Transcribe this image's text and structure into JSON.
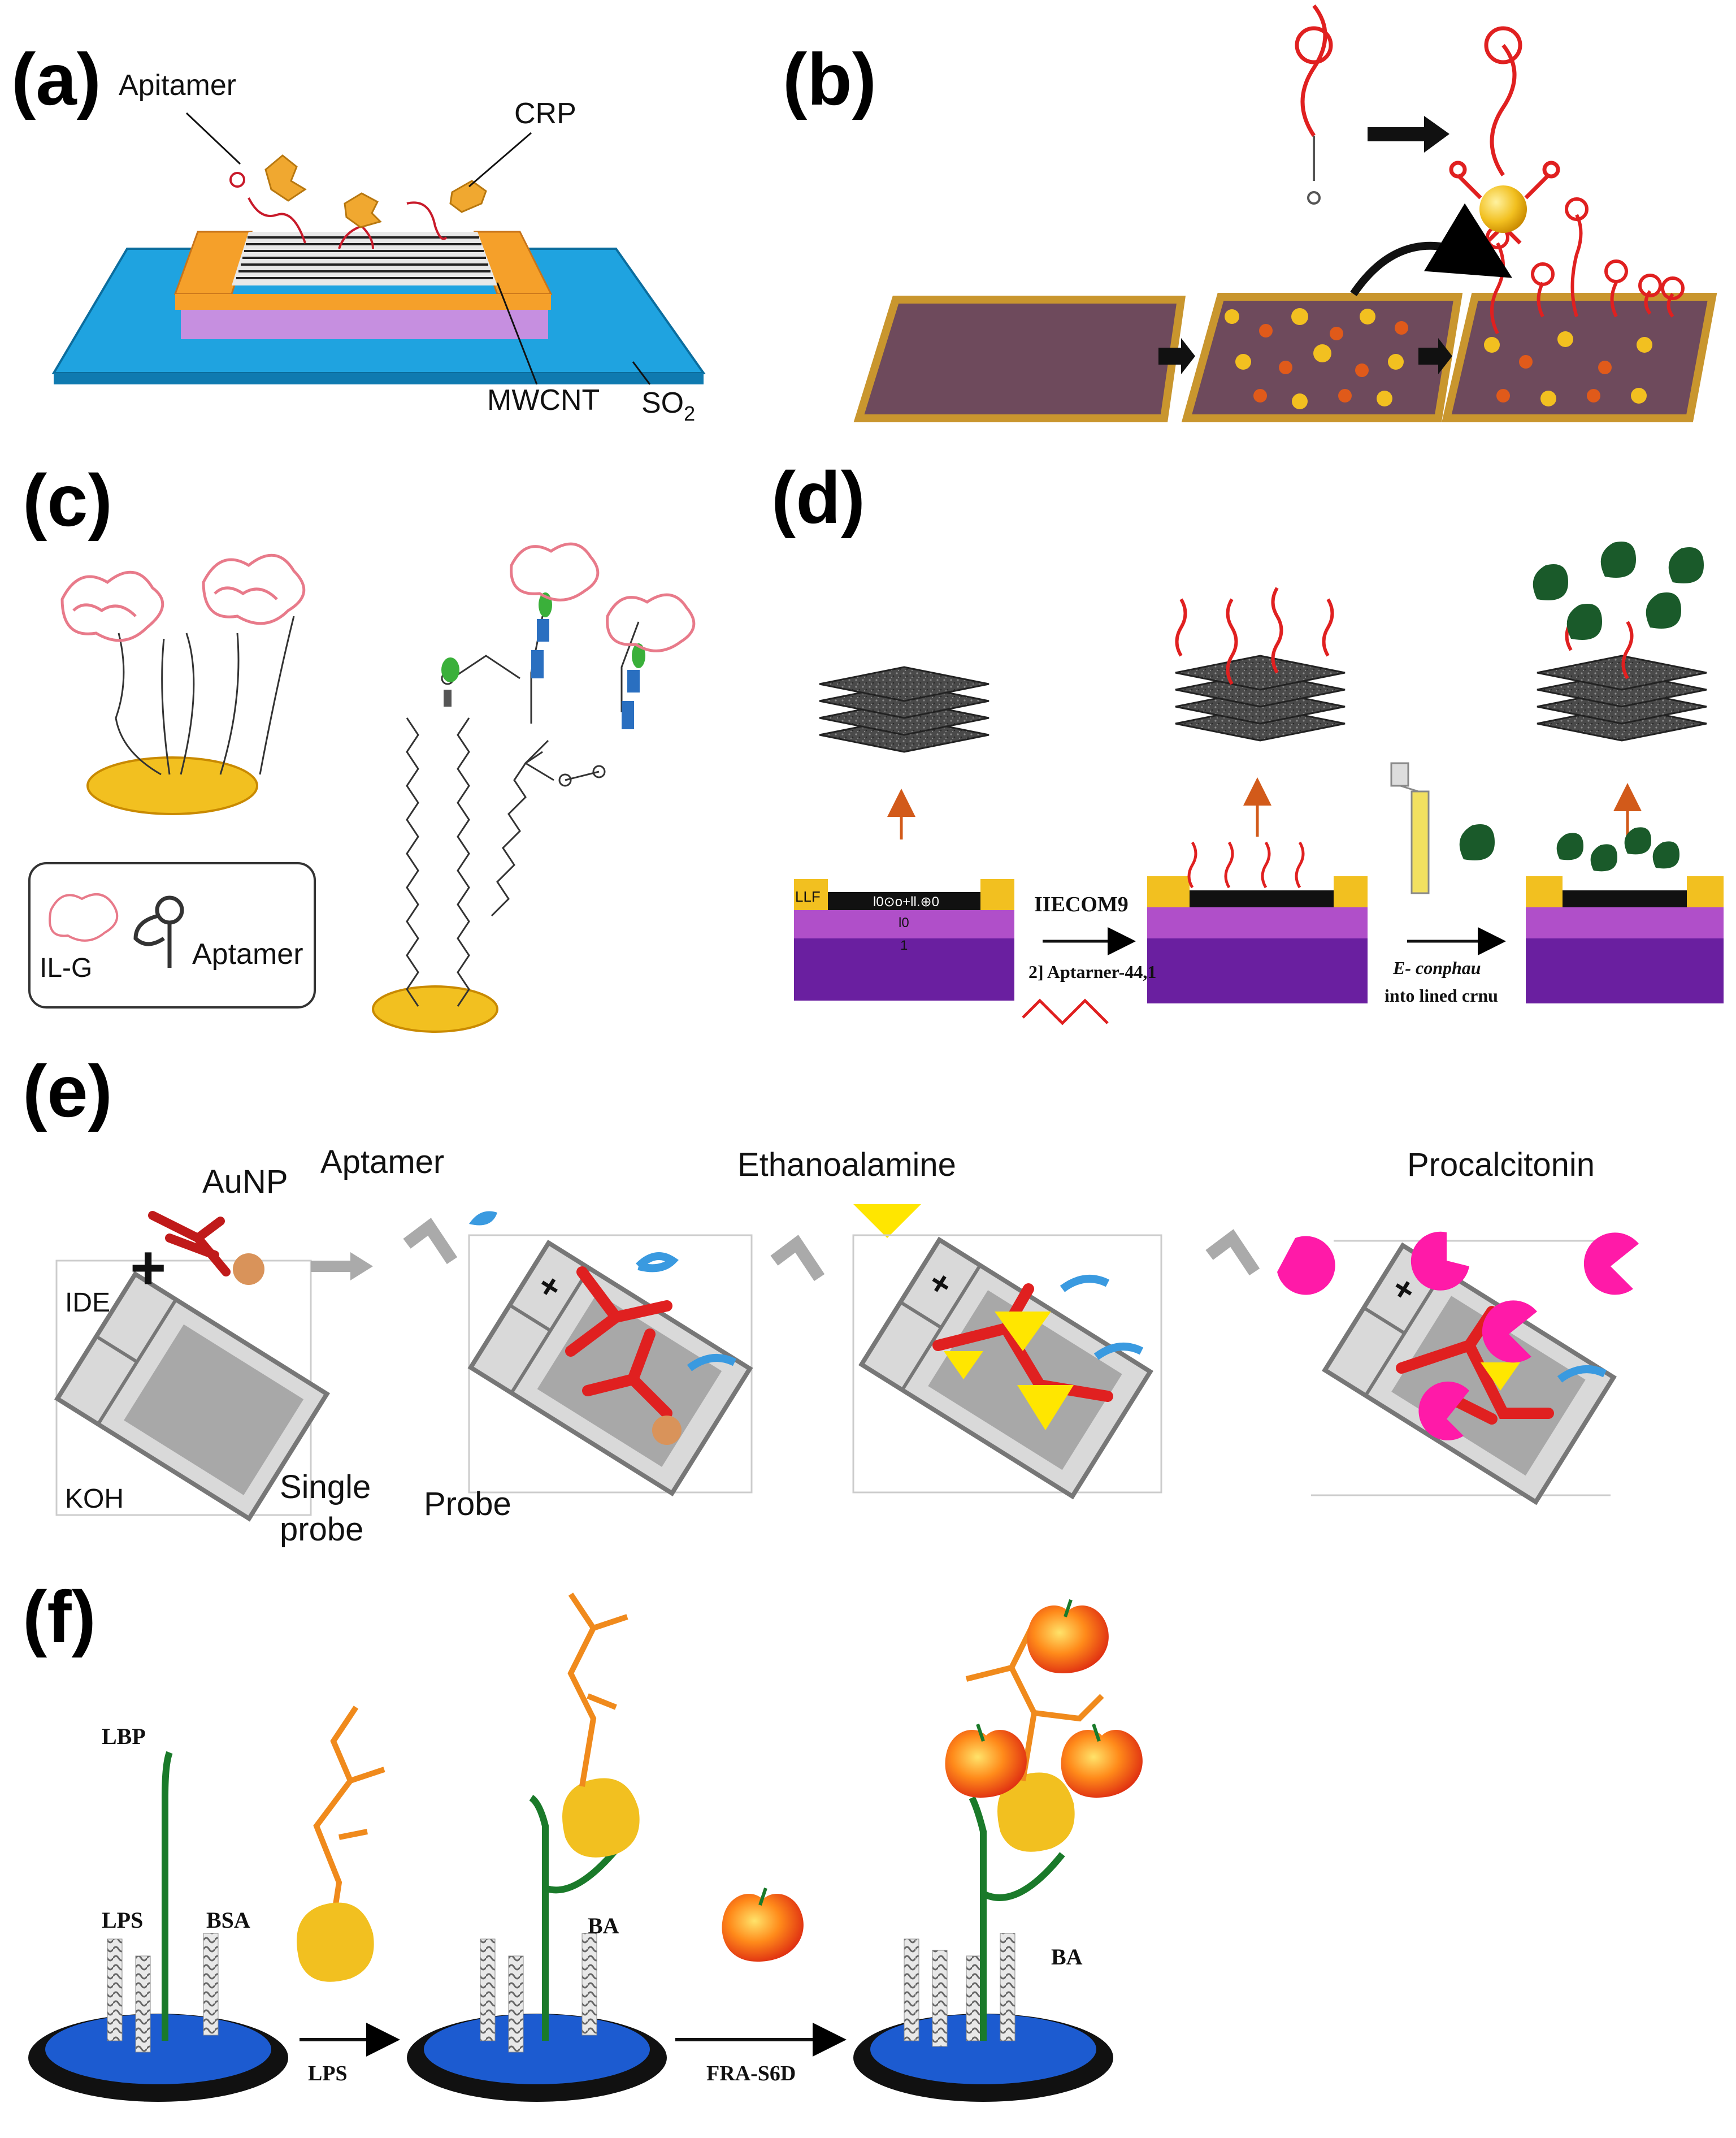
{
  "panels": {
    "a": {
      "tag": "(a)",
      "labels": {
        "aptamer": "Apitamer",
        "crp": "CRP",
        "mwcnt": "MWCNT",
        "so2": "SO",
        "so2_sub": "2"
      }
    },
    "b": {
      "tag": "(b)"
    },
    "c": {
      "tag": "(c)",
      "legend": {
        "ilg": "IL-G",
        "aptamer": "Aptamer"
      }
    },
    "d": {
      "tag": "(d)",
      "labels": {
        "llf": "LLF",
        "bar": "l0⊙o+ll.⊕0",
        "tiny": "l0",
        "one": "1",
        "step1": "IIECOM9",
        "step2": "2] Aptarner-44,1",
        "step3a": "E- conphau",
        "step3b": "into lined crnu"
      }
    },
    "e": {
      "tag": "(e)",
      "labels": {
        "aunp": "AuNP",
        "aptamer": "Aptamer",
        "ethanoalamine": "Ethanoalamine",
        "procalcitonin": "Procalcitonin",
        "ide": "IDE",
        "koh": "KOH",
        "single": "Single",
        "probe_word": "probe",
        "probe": "Probe",
        "plus": "+"
      }
    },
    "f": {
      "tag": "(f)",
      "labels": {
        "lbp": "LBP",
        "lps": "LPS",
        "bsa": "BSA",
        "ba1": "BA",
        "ba2": "BA",
        "arrow_lps": "LPS",
        "arrow_fra": "FRA-S6D"
      }
    }
  },
  "colors": {
    "substrate_blue": "#1fa3e0",
    "electrode_orange": "#f5a02a",
    "purple_layer": "#c68fe0",
    "pad_brown": "#6e4a5c",
    "pad_rim": "#c9962e",
    "gold": "#f2c020",
    "aptamer_red": "#e02020",
    "disk_blue": "#1c5bd0",
    "lbp_green": "#1a7a2a",
    "ligand_orange": "#f08a1c",
    "magenta": "#ff1aa8",
    "yellow": "#ffe600"
  }
}
